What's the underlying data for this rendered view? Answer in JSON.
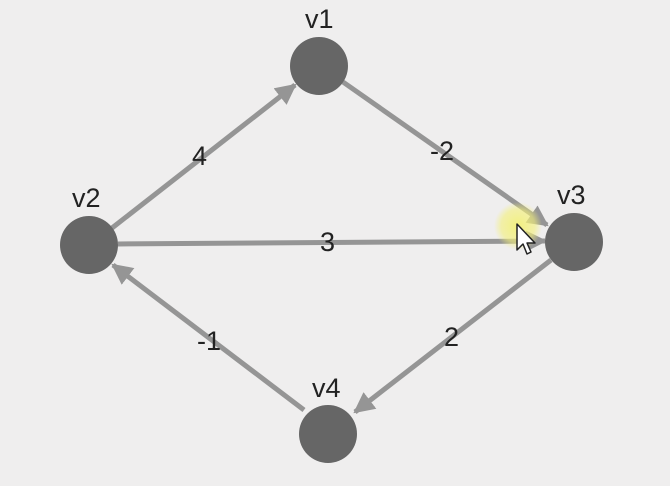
{
  "graph": {
    "nodes": [
      {
        "id": "v1",
        "label": "v1"
      },
      {
        "id": "v2",
        "label": "v2"
      },
      {
        "id": "v3",
        "label": "v3"
      },
      {
        "id": "v4",
        "label": "v4"
      }
    ],
    "edges": [
      {
        "from": "v2",
        "to": "v1",
        "weight": "4"
      },
      {
        "from": "v1",
        "to": "v3",
        "weight": "-2"
      },
      {
        "from": "v2",
        "to": "v3",
        "weight": "3"
      },
      {
        "from": "v3",
        "to": "v4",
        "weight": "2"
      },
      {
        "from": "v4",
        "to": "v2",
        "weight": "-1"
      }
    ]
  },
  "colors": {
    "background": "#efeeee",
    "node": "#666666",
    "edge": "#959595",
    "text": "#222222",
    "cursor_highlight": "#f3f07a"
  },
  "icons": {
    "cursor": "mouse-pointer-icon"
  }
}
